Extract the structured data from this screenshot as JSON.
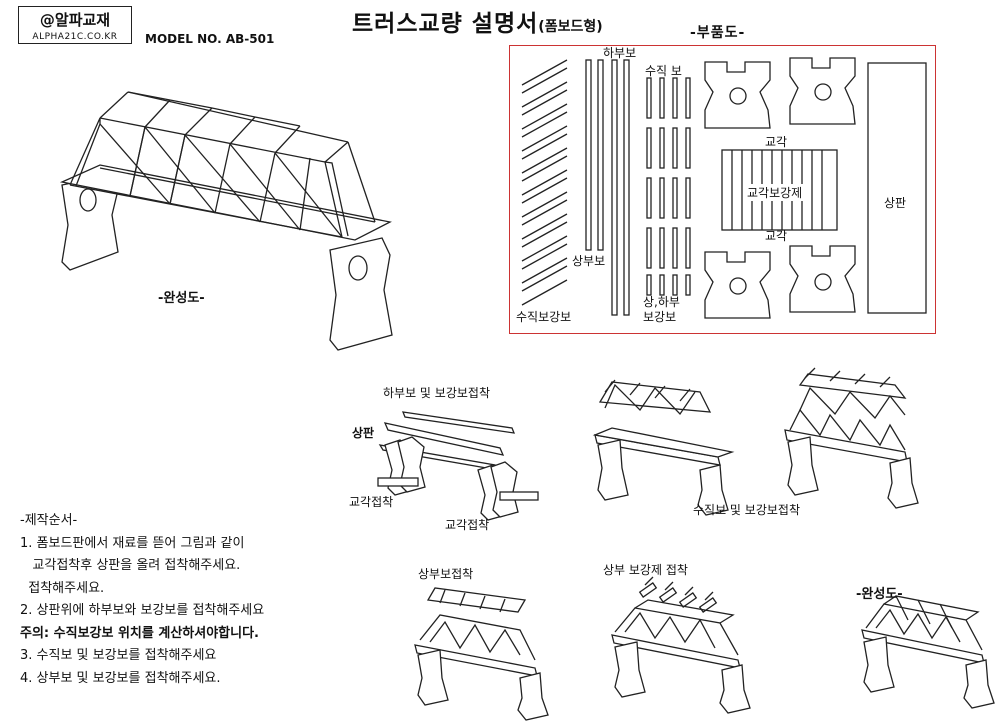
{
  "brand": {
    "name": "@알파교재",
    "url": "ALPHA21C.CO.KR"
  },
  "model": "MODEL NO.  AB-501",
  "title": {
    "main": "트러스교량 설명서",
    "sub": "(폼보드형)"
  },
  "parts": {
    "heading": "-부품도-",
    "labels": {
      "lower_beam": "하부보",
      "vertical_beam": "수직 보",
      "upper_beam": "상부보",
      "upper_lower_reinforce": "상,하부\n보강보",
      "vertical_reinforce": "수직보강보",
      "pier_top": "교각",
      "pier_reinforce": "교각보강제",
      "pier_bottom": "교각",
      "deck": "상판"
    }
  },
  "complete_label": "-완성도-",
  "steps_diagram": {
    "step1_title": "하부보 및 보강보접착",
    "deck": "상판",
    "pier_bond_a": "교각접착",
    "pier_bond_b": "교각접착",
    "vertical_bond": "수직보 및 보강보접착",
    "upper_bond": "상부보접착",
    "upper_reinforce_bond": "상부 보강제 접착",
    "complete": "-완성도-"
  },
  "instructions": {
    "heading": "-제작순서-",
    "items": [
      "1. 폼보드판에서 재료를 뜯어 그림과 같이",
      "   교각접착후 상판을 올려 접착해주세요.",
      "  접착해주세요.",
      "2. 상판위에 하부보와 보강보를 접착해주세요",
      "주의: 수직보강보 위치를 계산하셔야합니다.",
      "3. 수직보 및 보강보를 접착해주세요",
      "4. 상부보 및 보강보를 접착해주세요."
    ]
  }
}
